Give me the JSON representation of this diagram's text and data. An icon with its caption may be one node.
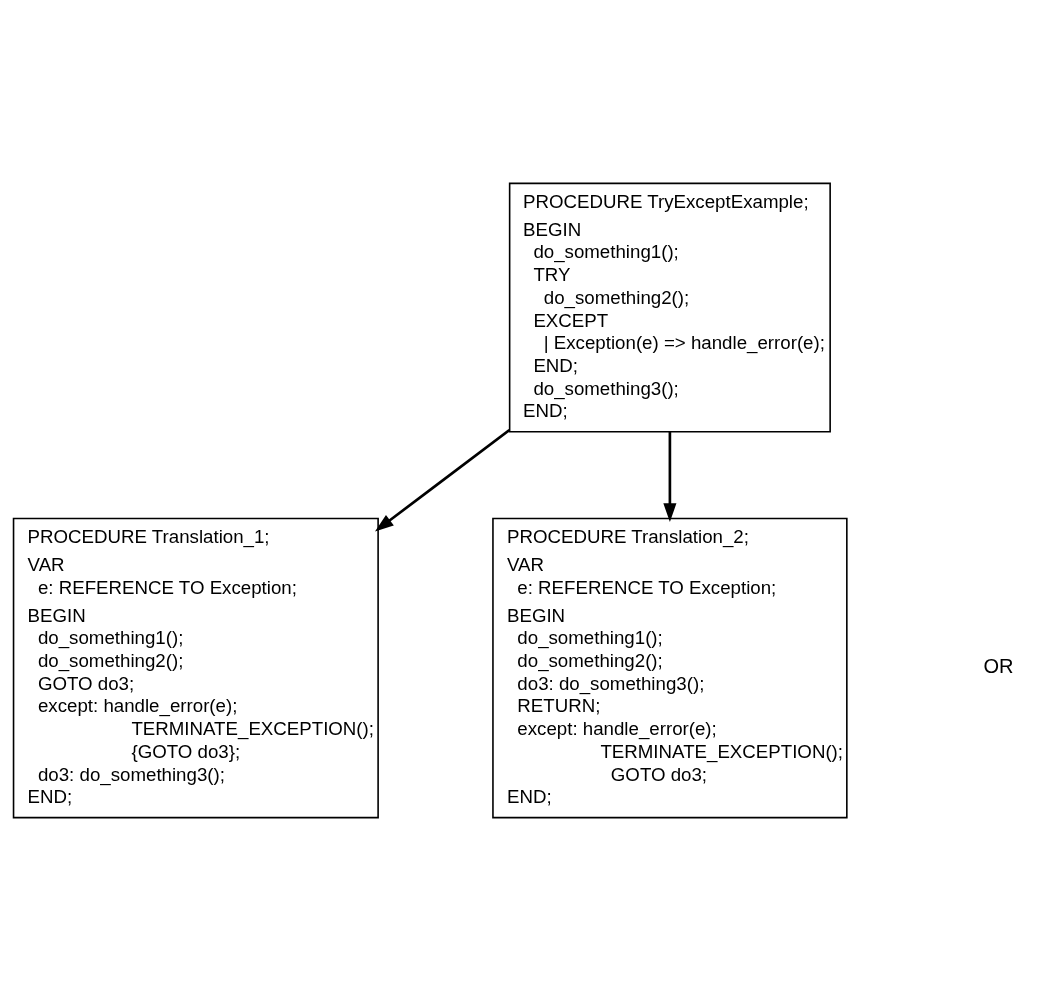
{
  "diagram": {
    "nodes": [
      {
        "text": [
          "PROCEDURE TryExceptExample;",
          "BEGIN",
          "do_something1();",
          "TRY",
          "do_something2();",
          "EXCEPT",
          "| Exception(e) => handle_error(e);",
          "END;",
          "do_something3();",
          "END;"
        ]
      },
      {
        "text": [
          "PROCEDURE Translation_1;",
          "VAR",
          "e: REFERENCE TO Exception;",
          "BEGIN",
          "do_something1();",
          "do_something2();",
          "GOTO do3;",
          "except: handle_error(e);",
          "TERMINATE_EXCEPTION();",
          "{GOTO do3};",
          "do3: do_something3();",
          "END;"
        ]
      },
      {
        "text": [
          "PROCEDURE Translation_2;",
          "VAR",
          "e: REFERENCE TO Exception;",
          "BEGIN",
          "do_something1();",
          "do_something2();",
          "do3: do_something3();",
          "RETURN;",
          "except: handle_error(e);",
          "TERMINATE_EXCEPTION();",
          "GOTO do3;",
          "END;"
        ]
      }
    ],
    "edges": [
      {
        "from": 0,
        "to": 1,
        "arrow": "to"
      },
      {
        "from": 0,
        "to": 2,
        "arrow": "to"
      }
    ],
    "labels": [
      "OR"
    ]
  }
}
